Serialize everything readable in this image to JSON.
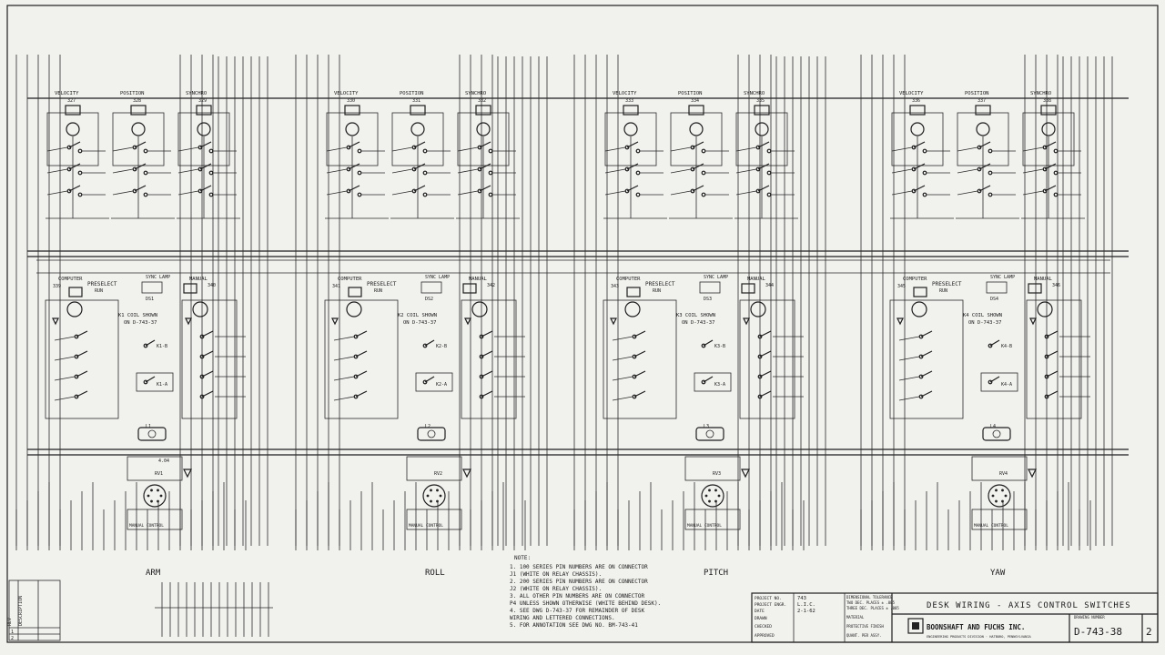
{
  "sections": [
    {
      "name": "ARM",
      "switches": [
        {
          "label": "VELOCITY",
          "num": "327"
        },
        {
          "label": "POSITION",
          "num": "328"
        },
        {
          "label": "SYNCHRO",
          "num": "329"
        }
      ],
      "computer": "COMPUTER",
      "computer_num": "339",
      "preselect": "PRESELECT",
      "run": "RUN",
      "sync_lamp": "SYNC LAMP",
      "ds": "DS1",
      "manual": "MANUAL",
      "manual_num": "340",
      "coil": "K1 COIL SHOWN",
      "coil_ref": "ON D-743-37",
      "relay_b": "K1-B",
      "relay_a": "K1-A",
      "lamp": "L1",
      "bridge": "4.04",
      "rv": "RV1",
      "lower_num": "4.04"
    },
    {
      "name": "ROLL",
      "switches": [
        {
          "label": "VELOCITY",
          "num": "330"
        },
        {
          "label": "POSITION",
          "num": "331"
        },
        {
          "label": "SYNCHRO",
          "num": "332"
        }
      ],
      "computer": "COMPUTER",
      "computer_num": "341",
      "preselect": "PRESELECT",
      "run": "RUN",
      "sync_lamp": "SYNC LAMP",
      "ds": "DS2",
      "manual": "MANUAL",
      "manual_num": "342",
      "coil": "K2 COIL SHOWN",
      "coil_ref": "ON D-743-37",
      "relay_b": "K2-B",
      "relay_a": "K2-A",
      "lamp": "L2",
      "bridge": "",
      "rv": "RV2",
      "lower_num": ""
    },
    {
      "name": "PITCH",
      "switches": [
        {
          "label": "VELOCITY",
          "num": "333"
        },
        {
          "label": "POSITION",
          "num": "334"
        },
        {
          "label": "SYNCHRO",
          "num": "335"
        }
      ],
      "computer": "COMPUTER",
      "computer_num": "343",
      "preselect": "PRESELECT",
      "run": "RUN",
      "sync_lamp": "SYNC LAMP",
      "ds": "DS3",
      "manual": "MANUAL",
      "manual_num": "344",
      "coil": "K3 COIL SHOWN",
      "coil_ref": "ON D-743-37",
      "relay_b": "K3-B",
      "relay_a": "K3-A",
      "lamp": "L3",
      "bridge": "",
      "rv": "RV3",
      "lower_num": ""
    },
    {
      "name": "YAW",
      "switches": [
        {
          "label": "VELOCITY",
          "num": "336"
        },
        {
          "label": "POSITION",
          "num": "337"
        },
        {
          "label": "SYNCHRO",
          "num": "338"
        }
      ],
      "computer": "COMPUTER",
      "computer_num": "345",
      "preselect": "PRESELECT",
      "run": "RUN",
      "sync_lamp": "SYNC LAMP",
      "ds": "DS4",
      "manual": "MANUAL",
      "manual_num": "346",
      "coil": "K4 COIL SHOWN",
      "coil_ref": "ON D-743-37",
      "relay_b": "K4-B",
      "relay_a": "K4-A",
      "lamp": "L4",
      "bridge": "",
      "rv": "RV4",
      "lower_num": ""
    }
  ],
  "manual_control": "MANUAL CONTROL",
  "notes": {
    "heading": "NOTE:",
    "items": [
      "1. 100 SERIES PIN NUMBERS ARE ON CONNECTOR",
      "   J1 (WHITE ON RELAY CHASSIS).",
      "2. 200 SERIES PIN NUMBERS ARE ON CONNECTOR",
      "   J2 (WHITE ON RELAY CHASSIS).",
      "3. ALL OTHER PIN NUMBERS ARE ON CONNECTOR",
      "   P4 UNLESS SHOWN OTHERWISE (WHITE BEHIND DESK).",
      "4. SEE DWG D-743-37 FOR REMAINDER OF DESK",
      "   WIRING AND LETTERED CONNECTIONS.",
      "5. FOR ANNOTATION SEE DWG NO. BM-743-41"
    ]
  },
  "title_block": {
    "title": "DESK WIRING - AXIS CONTROL SWITCHES",
    "company": "BOONSHAFT AND FUCHS INC.",
    "company_sub": "ENGINEERING PRODUCTS DIVISION · HATBORO, PENNSYLVANIA",
    "drawing_no": "D-743-38",
    "rev": "2",
    "project_no_label": "PROJECT NO.",
    "project_no": "743",
    "project_engr_label": "PROJECT ENGR.",
    "project_engr": "L.I.C.",
    "date_label": "DATE",
    "date": "2-1-62",
    "drawn_label": "DRAWN",
    "checked_label": "CHECKED",
    "approved_label": "APPROVED",
    "tolerance_label": "DIMENSIONAL TOLERANCE",
    "tolerance_1": "TWO DEC. PLACES ± .005",
    "tolerance_2": "THREE DEC. PLACES ± .005",
    "material_label": "MATERIAL",
    "finish_label": "PROTECTIVE FINISH",
    "paint_label": "QUANT. PER ASSY.",
    "drawing_number_label": "DRAWING NUMBER"
  },
  "revision_block": {
    "rev_label": "REV",
    "description_label": "DESCRIPTION",
    "rows": [
      "1",
      "2"
    ]
  }
}
